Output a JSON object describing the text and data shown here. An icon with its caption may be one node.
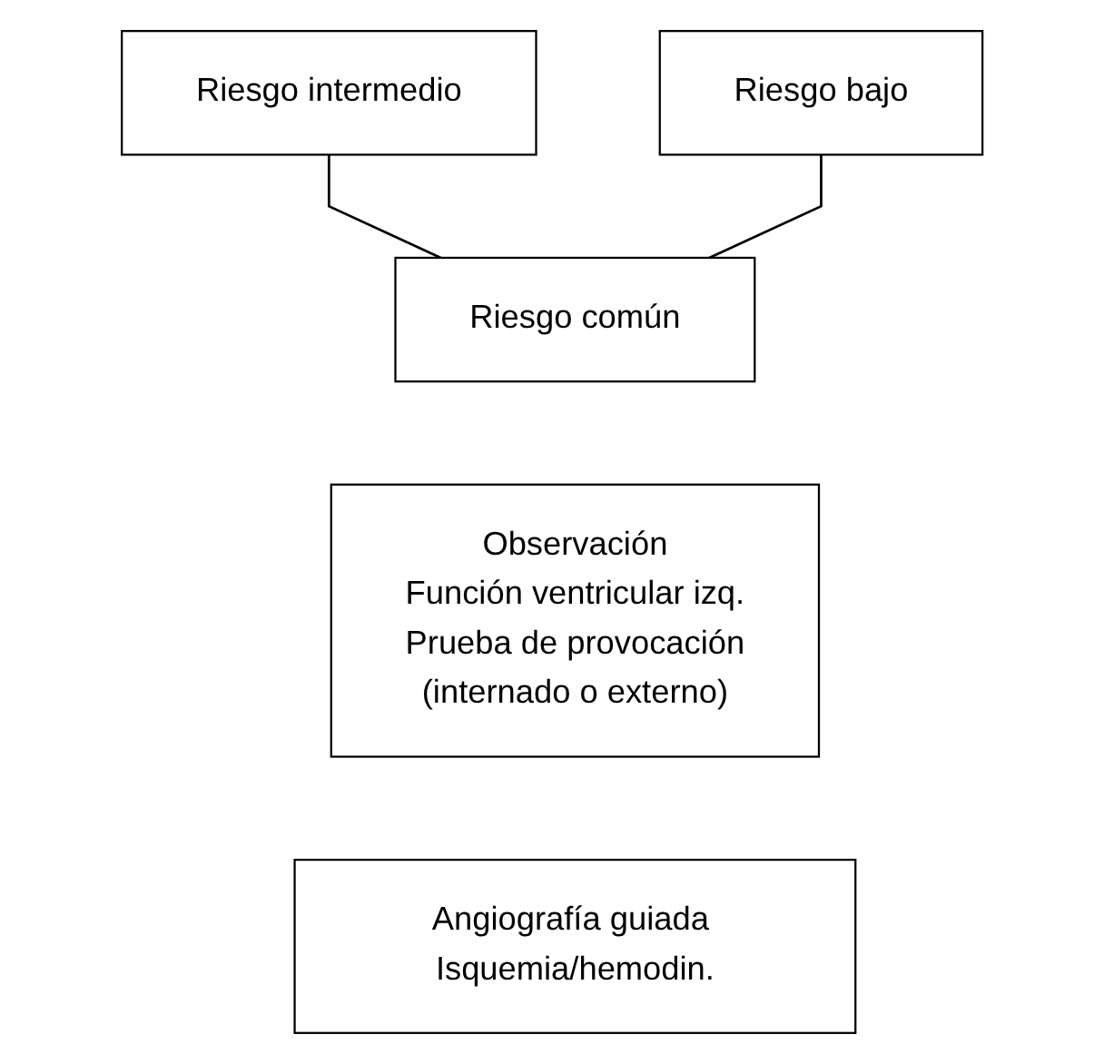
{
  "diagram": {
    "nodes": [
      {
        "text": [
          "Riesgo intermedio"
        ]
      },
      {
        "text": [
          "Riesgo bajo"
        ]
      },
      {
        "text": [
          "Riesgo común"
        ]
      },
      {
        "text": [
          "Observación",
          "Función ventricular izq.",
          "Prueba de provocación",
          "(internado o externo)"
        ]
      },
      {
        "text": [
          "Angiografía guiada Isquemia/hemodin."
        ]
      }
    ],
    "edges": [
      {
        "from": 0,
        "to": 2,
        "arrow": "none"
      },
      {
        "from": 1,
        "to": 2,
        "arrow": "none"
      }
    ]
  }
}
